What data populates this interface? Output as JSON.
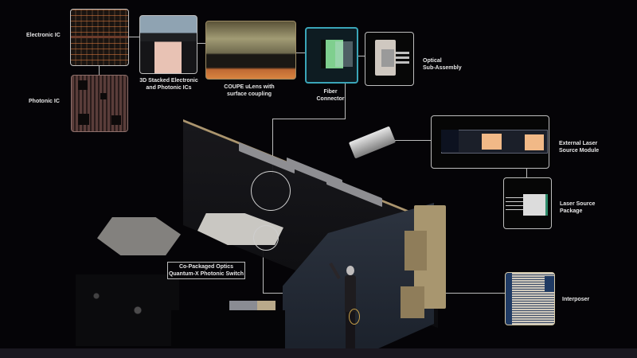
{
  "slide": {
    "title": "Co-Packaged Optics Quantum-X Photonic Switch exploded diagram",
    "callouts": {
      "electronic_ic": "Electronic IC",
      "photonic_ic": "Photonic IC",
      "stacked_line1": "3D Stacked Electronic",
      "stacked_line2": "and Photonic ICs",
      "coupe_line1": "COUPE uLens with",
      "coupe_line2": "surface coupling",
      "fiber_line1": "Fiber",
      "fiber_line2": "Connector",
      "osa_line1": "Optical",
      "osa_line2": "Sub-Assembly",
      "elsm_line1": "External Laser",
      "elsm_line2": "Source Module",
      "lsp_line1": "Laser Source",
      "lsp_line2": "Package",
      "interposer": "Interposer",
      "cpo_line1": "Co-Packaged Optics",
      "cpo_line2": "Quantum-X Photonic Switch"
    },
    "colors": {
      "background": "#050407",
      "callout_line": "#bcbcbc",
      "fiber_accent": "#3aa5b8",
      "laser_pad": "#f1b987",
      "chassis_gold": "#a8966f"
    }
  }
}
